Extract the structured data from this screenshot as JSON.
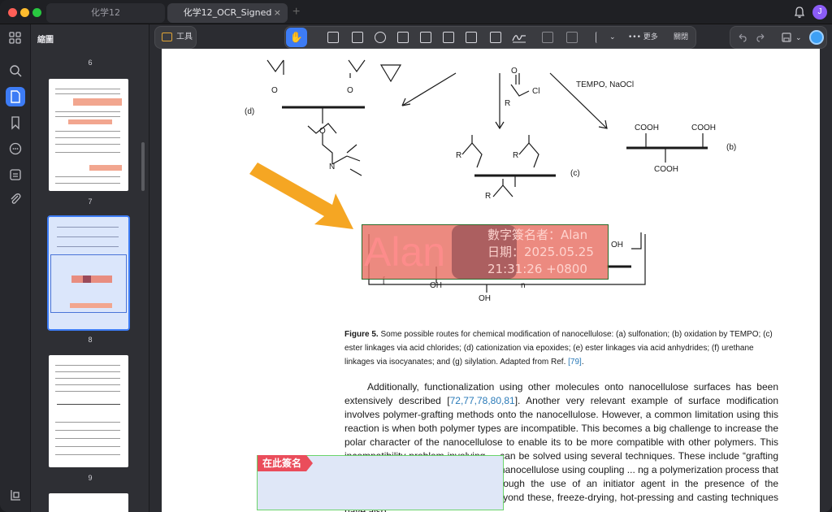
{
  "titlebar": {
    "tabs": [
      {
        "label": "化学12",
        "active": false
      },
      {
        "label": "化学12_OCR_Signed",
        "active": true
      }
    ],
    "close_glyph": "×",
    "add_tab_glyph": "+",
    "avatar_letter": "J"
  },
  "sidebar": {
    "icons": [
      "thumbnails-icon",
      "search-icon",
      "page-icon",
      "bookmark-icon",
      "comment-icon",
      "attachment-list-icon",
      "paperclip-icon",
      "bottom-panel-icon"
    ],
    "active": "page-icon"
  },
  "thumbnails": {
    "title": "縮圖",
    "pages": [
      {
        "number": "6"
      },
      {
        "number": "7"
      },
      {
        "number": "8",
        "selected": true
      },
      {
        "number": "9"
      }
    ]
  },
  "toolbar": {
    "tools_label": "工具",
    "more_label": "更多",
    "close_label": "關閉"
  },
  "document": {
    "chem_labels": {
      "d": "(d)",
      "c": "(c)",
      "b": "(b)",
      "tempo": "TEMPO, NaOCl",
      "cl": "Cl",
      "r1": "R",
      "r2": "R",
      "r3": "R",
      "r4": "R",
      "o1": "O",
      "o2": "O",
      "o3": "O",
      "o4": "O",
      "cooh1": "COOH",
      "cooh2": "COOH",
      "cooh3": "COOH",
      "oh1": "OH",
      "oh2": "OH",
      "oh3": "OH",
      "n": "n",
      "nplus": "N",
      "bracket": "["
    },
    "caption_bold": "Figure 5.",
    "caption_text": " Some possible routes for chemical modification of nanocellulose: (a) sulfonation; (b) oxidation by TEMPO; (c) ester linkages via acid chlorides; (d) cationization via epoxides; (e) ester linkages via acid anhydrides; (f) urethane linkages via isocyanates; and (g) silylation. Adapted from Ref. ",
    "caption_ref": "[79]",
    "caption_end": ".",
    "para1_a": "Additionally, functionalization using other molecules onto nanocellulose surfaces has been extensively described [",
    "para1_refs": "72,77,78,80,81",
    "para1_b": "]. Another very relevant example of surface modification involves polymer-grafting methods onto the nanocellulose. However, a common limitation using this reaction is when both polymer types are incompatible. This becomes a big challenge to increase the polar character of the nanocellulose to enable its to be more compatible with other polymers. This incompatibility problem involving ... can be solved using several techniques. These include “grafting onto” ... of an existing polymer onto nanocellulose using coupling ... ng a polymerization process that uses particular monomers and through the use of an initiator agent in the presence of the nanocellulose during processing. Beyond these, freeze-drying, hot-pressing and casting techniques have also"
  },
  "signature": {
    "name": "Alan",
    "line1": "數字簽名者：Alan",
    "line2": "日期：2025.05.25",
    "line3": "21:31:26 +0800"
  },
  "sign_here": {
    "label": "在此簽名"
  },
  "colors": {
    "accent": "#3d7cf5",
    "arrow": "#f5a623",
    "signature_fill": "#e87064",
    "sign_here_tag": "#ea4d5b"
  }
}
